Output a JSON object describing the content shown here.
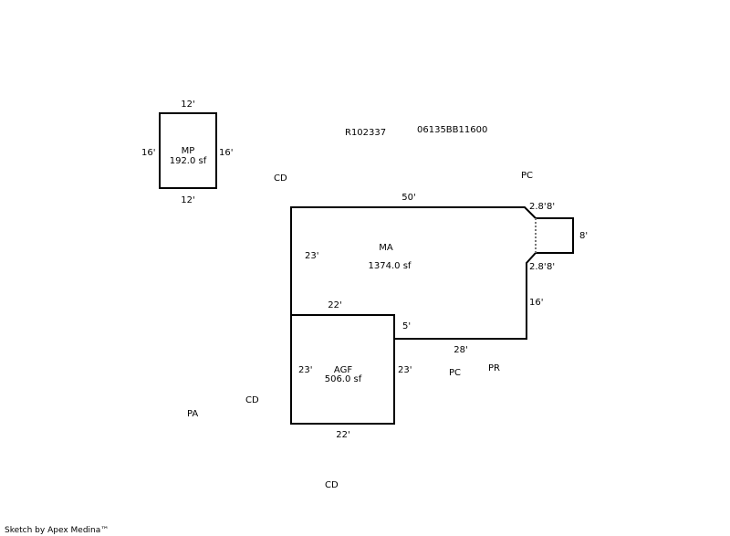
{
  "header": {
    "parcel_id": "R102337",
    "map_number": "06135BB11600"
  },
  "areas": {
    "mp": {
      "code": "MP",
      "area": "192.0 sf",
      "top": "12'",
      "bottom": "12'",
      "left": "16'",
      "right": "16'"
    },
    "ma": {
      "code": "MA",
      "area": "1374.0 sf",
      "top": "50'",
      "left": "23'",
      "right": "16'",
      "bottom": "28'",
      "step": "5'",
      "inner_top": "22'",
      "bay_upper_diag": "2.8'",
      "bay_upper_width": "8'",
      "bay_lower_diag": "2.8'",
      "bay_lower_width": "8'",
      "bay_depth": "8'"
    },
    "agf": {
      "code": "AGF",
      "area": "506.0 sf",
      "left": "23'",
      "right": "23'",
      "bottom": "22'"
    }
  },
  "codes": {
    "cd_1": "CD",
    "cd_2": "CD",
    "cd_3": "CD",
    "pc_1": "PC",
    "pc_2": "PC",
    "pr": "PR",
    "pa": "PA"
  },
  "footer": {
    "credit": "Sketch by Apex Medina™"
  }
}
